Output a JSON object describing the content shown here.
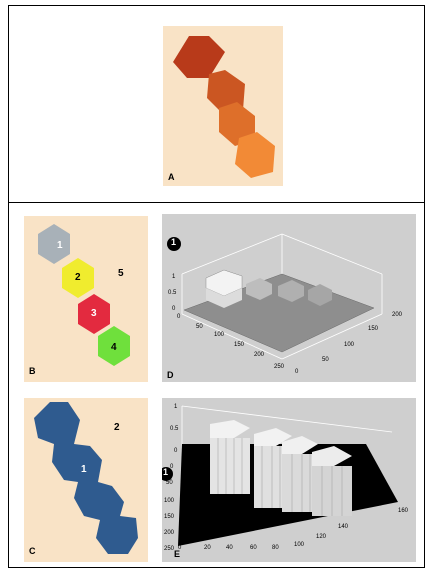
{
  "panels": {
    "A": {
      "label": "A"
    },
    "B": {
      "label": "B",
      "cells": [
        "1",
        "2",
        "3",
        "4"
      ],
      "outside_label": "5"
    },
    "C": {
      "label": "C",
      "inside_label": "1",
      "outside_label": "2"
    },
    "D": {
      "label": "D",
      "marker": "1",
      "z_ticks": [
        "1",
        "0.5",
        "0"
      ],
      "x_ticks": [
        "0",
        "50",
        "100",
        "150",
        "200",
        "250"
      ],
      "y_ticks": [
        "0",
        "50",
        "100",
        "150",
        "200"
      ]
    },
    "E": {
      "label": "E",
      "marker": "1",
      "z_ticks": [
        "1",
        "0.5",
        "0"
      ],
      "x_ticks": [
        "0",
        "20",
        "40",
        "60",
        "80",
        "100",
        "120",
        "140",
        "160"
      ],
      "y_ticks": [
        "0",
        "50",
        "100",
        "150",
        "200",
        "250"
      ]
    }
  },
  "colors": {
    "panel_bg": "#f9e3c6",
    "plot_bg": "#cfcfcf",
    "hex_A": [
      "#b83a1a",
      "#cb5622",
      "#de6f2a",
      "#f28a36"
    ],
    "hex_B": [
      "#a8b1b8",
      "#f0ec2e",
      "#e32a3f",
      "#6fe03c"
    ],
    "hex_C": "#2f5b8f"
  }
}
